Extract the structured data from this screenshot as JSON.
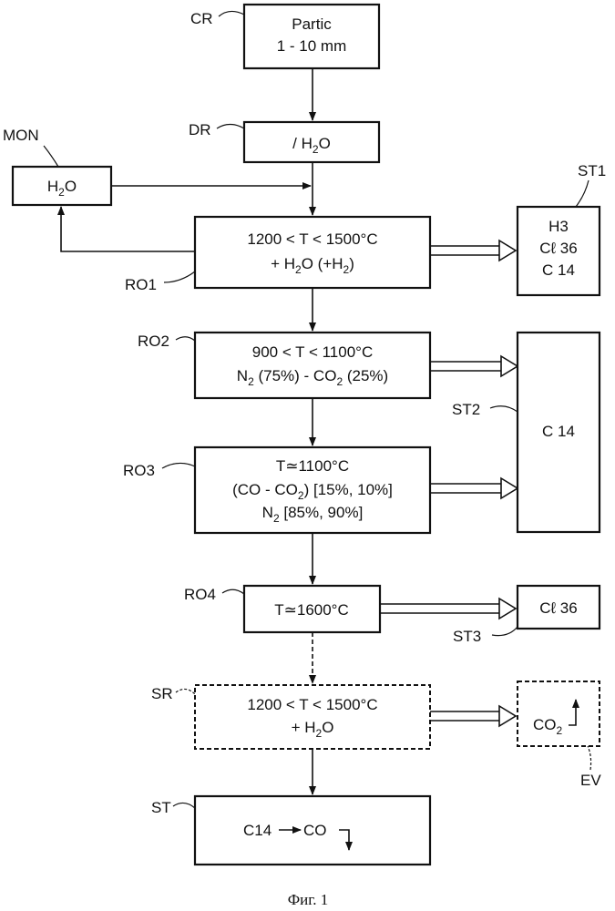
{
  "labels": {
    "cr": "CR",
    "dr": "DR",
    "mon": "MON",
    "ro1": "RO1",
    "ro2": "RO2",
    "ro3": "RO3",
    "ro4": "RO4",
    "sr": "SR",
    "st": "ST",
    "st1": "ST1",
    "st2": "ST2",
    "st3": "ST3",
    "ev": "EV"
  },
  "boxes": {
    "cr": {
      "line1": "Partic",
      "line2": "1 - 10 mm"
    },
    "dr": {
      "prefix": "/ H",
      "sub": "2",
      "suffix": "O"
    },
    "mon": {
      "prefix": "H",
      "sub": "2",
      "suffix": "O"
    },
    "ro1": {
      "line1": "1200 < T < 1500°C",
      "line2_a": "+ H",
      "line2_sub1": "2",
      "line2_b": "O (+H",
      "line2_sub2": "2",
      "line2_c": ")"
    },
    "ro2": {
      "line1": "900 < T < 1100°C",
      "line2_a": "N",
      "line2_sub1": "2",
      "line2_b": " (75%) - CO",
      "line2_sub2": "2",
      "line2_c": " (25%)"
    },
    "ro3": {
      "line1": "T≃1100°C",
      "line2_a": "(CO - CO",
      "line2_sub1": "2",
      "line2_b": ") [15%, 10%]",
      "line3_a": "N",
      "line3_sub": "2",
      "line3_b": " [85%, 90%]"
    },
    "ro4": {
      "line1": "T≃1600°C"
    },
    "sr": {
      "line1": "1200 < T < 1500°C",
      "line2_a": "+ H",
      "line2_sub": "2",
      "line2_b": "O"
    },
    "st": {
      "left": "C14",
      "right": "CO"
    },
    "st1": {
      "line1": "H3",
      "line2": "Cℓ 36",
      "line3": "C 14"
    },
    "st2": {
      "line1": "C 14"
    },
    "st3": {
      "line1": "Cℓ 36"
    },
    "ev": {
      "prefix": "CO",
      "sub": "2"
    }
  },
  "caption": "Фиг. 1"
}
